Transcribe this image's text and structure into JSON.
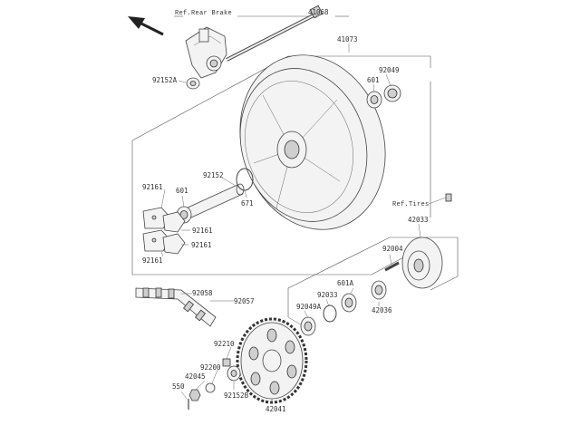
{
  "refs": {
    "rear_brake": "Ref.Rear Brake",
    "tires": "Ref.Tires"
  },
  "callouts": {
    "p41068": "41068",
    "p41073": "41073",
    "p92049": "92049",
    "p601_top": "601",
    "p92152A": "92152A",
    "p92152": "92152",
    "p671": "671",
    "p92161_a": "92161",
    "p601_left": "601",
    "p92161_b": "92161",
    "p92161_c": "92161",
    "p92161_d": "92161",
    "p42033": "42033",
    "p92004": "92004",
    "p601A": "601A",
    "p92033": "92033",
    "p92049A": "92049A",
    "p42036": "42036",
    "p92058": "92058",
    "p92057": "92057",
    "p92210": "92210",
    "p92200": "92200",
    "p42045": "42045",
    "p550": "550",
    "p92152B": "92152B",
    "p42041": "42041"
  },
  "icons": {
    "front_arrow": "arrow-up-left-icon"
  },
  "colors": {
    "line": "#555555",
    "part_fill": "#f3f3f3",
    "dark_fill": "#cfcfcf"
  }
}
